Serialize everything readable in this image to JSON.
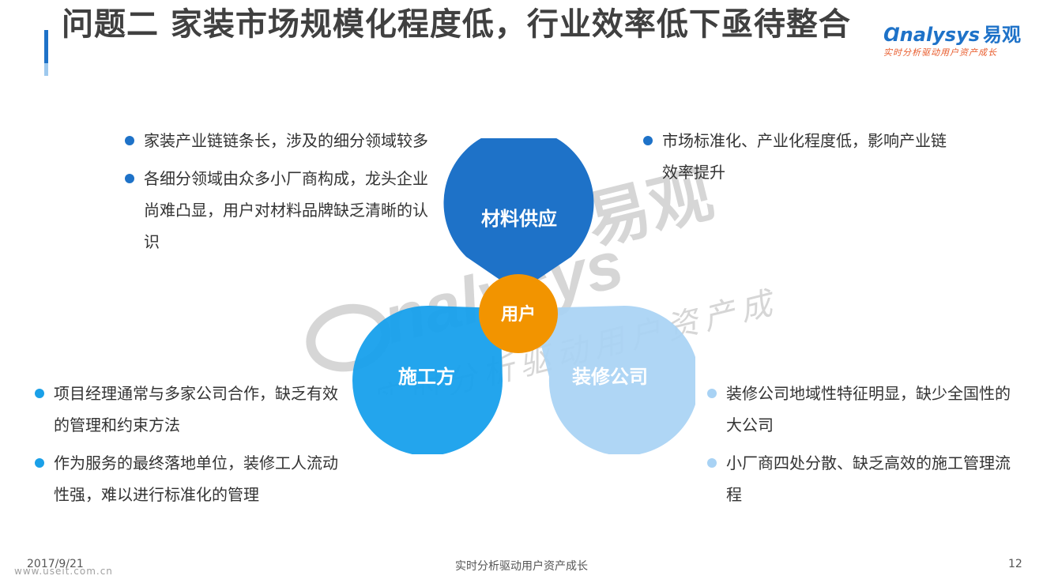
{
  "title": "问题二  家装市场规模化程度低，行业效率低下亟待整合",
  "logo": {
    "brand_en": "nalysys",
    "brand_cn": "易观",
    "slogan": "实时分析驱动用户资产成长"
  },
  "watermark": {
    "brand_en": "nalysys",
    "brand_cn": "易观",
    "slogan": "实时分析驱动用户资产成长"
  },
  "diagram": {
    "top": "材料供应",
    "left": "施工方",
    "right": "装修公司",
    "center": "用户"
  },
  "colors": {
    "dark_blue": "#1e72c8",
    "mid_blue": "#17a0ec",
    "light_blue": "#a8d2f4",
    "orange": "#f29400"
  },
  "bullets": {
    "top_left": [
      "家装产业链链条长，涉及的细分领域较多",
      "各细分领域由众多小厂商构成，龙头企业尚难凸显，用户对材料品牌缺乏清晰的认识"
    ],
    "top_right": [
      "市场标准化、产业化程度低，影响产业链效率提升"
    ],
    "bottom_left": [
      "项目经理通常与多家公司合作，缺乏有效的管理和约束方法",
      "作为服务的最终落地单位，装修工人流动性强，难以进行标准化的管理"
    ],
    "bottom_right": [
      "装修公司地域性特征明显，缺少全国性的大公司",
      "小厂商四处分散、缺乏高效的施工管理流程"
    ]
  },
  "footer": {
    "date": "2017/9/21",
    "url": "www.useit.com.cn",
    "center": "实时分析驱动用户资产成长",
    "page": "12"
  }
}
